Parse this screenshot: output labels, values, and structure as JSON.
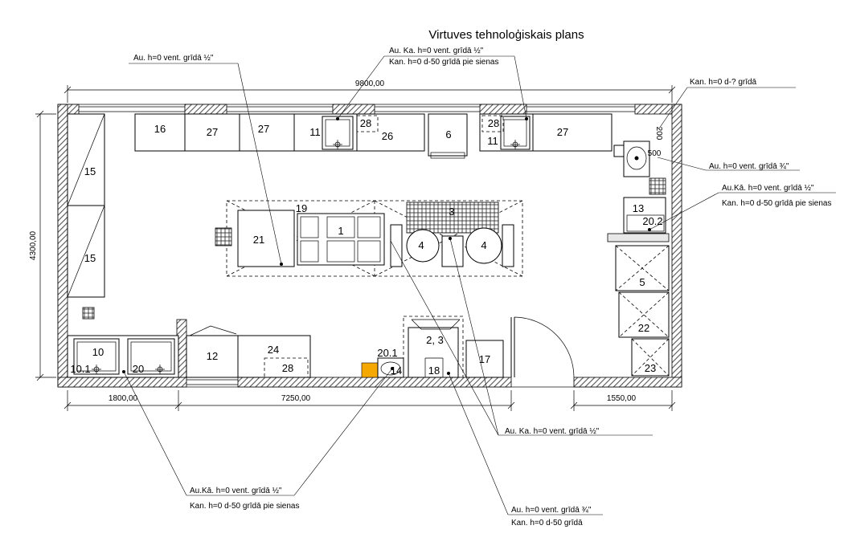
{
  "title": "Virtuves tehnoloģiskais plans",
  "dimensions": {
    "width": "9800,00",
    "height": "4300,00",
    "left_bottom": "1800,00",
    "mid_bottom": "7250,00",
    "right_bottom": "1550,00",
    "small_200": "200",
    "small_500": "500"
  },
  "equipment": {
    "n16": "16",
    "n27a": "27",
    "n27b": "27",
    "n11a": "11",
    "n28a": "28",
    "n26": "26",
    "n6": "6",
    "n28b": "28",
    "n11b": "11",
    "n27c": "27",
    "n15a": "15",
    "n15b": "15",
    "n19": "19",
    "n21": "21",
    "n1": "1",
    "n3top": "3",
    "n4a": "4",
    "n4b": "4",
    "n13": "13",
    "n20_2": "20.2",
    "n5": "5",
    "n22": "22",
    "n23": "23",
    "n10": "10",
    "n10_1": "10.1",
    "n20": "20",
    "n12": "12",
    "n24": "24",
    "n28c": "28",
    "n20_1": "20.1",
    "n14": "14",
    "n2_3": "2, 3",
    "n18": "18",
    "n17": "17"
  },
  "notes": {
    "top_left": "Au. h=0 vent. grīdā ½\"",
    "top_mid_1": "Au. Ka. h=0 vent. grīdā ½\"",
    "top_mid_2": "Kan. h=0 d-50 grīdā pie sienas",
    "top_right": "Kan. h=0 d-? grīdā",
    "right_1": "Au. h=0 vent. grīdā ¾\"",
    "right_2a": "Au.Kā. h=0 vent. grīdā ½\"",
    "right_2b": "Kan. h=0 d-50 grīdā pie sienas",
    "bottom_right_1": "Au. Ka. h=0 vent. grīdā ½\"",
    "bottom_left_a": "Au.Kā. h=0 vent. grīdā ½\"",
    "bottom_left_b": "Kan. h=0 d-50 grīdā pie sienas",
    "bottom_mid_a": "Au. h=0 vent. grīdā ¾\"",
    "bottom_mid_b": "Kan. h=0 d-50 grīdā"
  },
  "colors": {
    "hatch": "#555555",
    "highlight": "#f5a800"
  }
}
